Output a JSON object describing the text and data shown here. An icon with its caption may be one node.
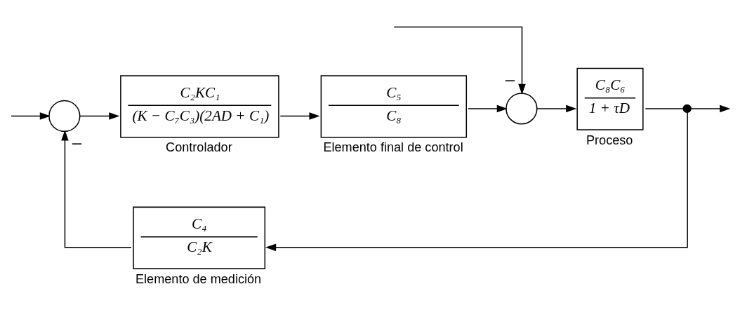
{
  "diagram": {
    "nodes": [
      {
        "text": [],
        "shape": "circle"
      },
      {
        "text": [
          "C₂KC₁",
          "(K − C₇C₃)(2AD + C₁)"
        ],
        "beside": [
          "Controlador"
        ]
      },
      {
        "text": [
          "C₅",
          "C₈"
        ],
        "beside": [
          "Elemento final de control"
        ]
      },
      {
        "text": [],
        "shape": "circle"
      },
      {
        "text": [
          "C₈C₆",
          "1 + τD"
        ],
        "beside": [
          "Proceso"
        ]
      },
      {
        "text": [],
        "shape": "dot"
      },
      {
        "text": [
          "C₄",
          "C₂K"
        ],
        "beside": [
          "Elemento de medición"
        ]
      }
    ],
    "edges": [
      {
        "from": null,
        "to": 0,
        "arrow": "to"
      },
      {
        "from": 0,
        "to": 1,
        "arrow": "to"
      },
      {
        "from": 1,
        "to": 2,
        "arrow": "to"
      },
      {
        "from": 2,
        "to": 3,
        "arrow": "to"
      },
      {
        "from": null,
        "to": 3,
        "arrow": "to",
        "label": "–"
      },
      {
        "from": 3,
        "to": 4,
        "arrow": "to"
      },
      {
        "from": 4,
        "to": 5,
        "arrow": "none"
      },
      {
        "from": 5,
        "to": null,
        "arrow": "to"
      },
      {
        "from": 5,
        "to": 6,
        "arrow": "to"
      },
      {
        "from": 6,
        "to": 0,
        "arrow": "to",
        "label": "–"
      }
    ]
  }
}
